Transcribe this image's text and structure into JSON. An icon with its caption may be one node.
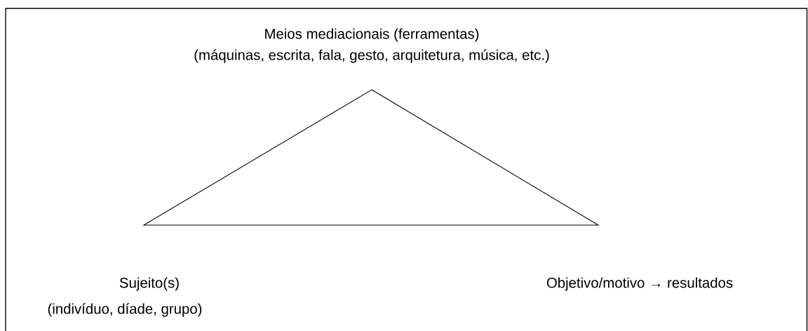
{
  "diagram": {
    "nodes": [
      {
        "text": [],
        "shape": "triangle"
      }
    ],
    "labels": [
      "Meios mediacionais (ferramentas)",
      "(máquinas, escrita, fala, gesto, arquitetura, música, etc.)",
      "Sujeito(s)",
      "(indivíduo, díade, grupo)",
      "Objetivo/motivo → resultados"
    ]
  }
}
